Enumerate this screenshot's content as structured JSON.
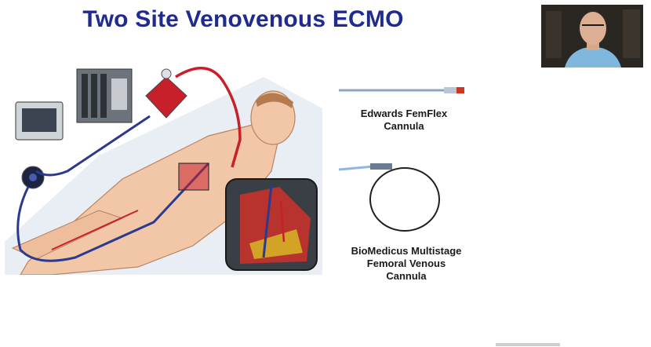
{
  "slide": {
    "title": "Two Site Venovenous ECMO",
    "caption_femflex": [
      "Edwards FemFlex",
      "Cannula"
    ],
    "caption_biomedicus": [
      "BioMedicus Multistage",
      "Femoral Venous",
      "Cannula"
    ]
  },
  "webcam": {
    "icon": "person-video-icon"
  },
  "colors": {
    "title": "#1f2b8f",
    "arterial": "#c8202a",
    "venous": "#2b3a8f",
    "webcam_bg": "#2a2622",
    "shirt": "#7fb8dc"
  }
}
